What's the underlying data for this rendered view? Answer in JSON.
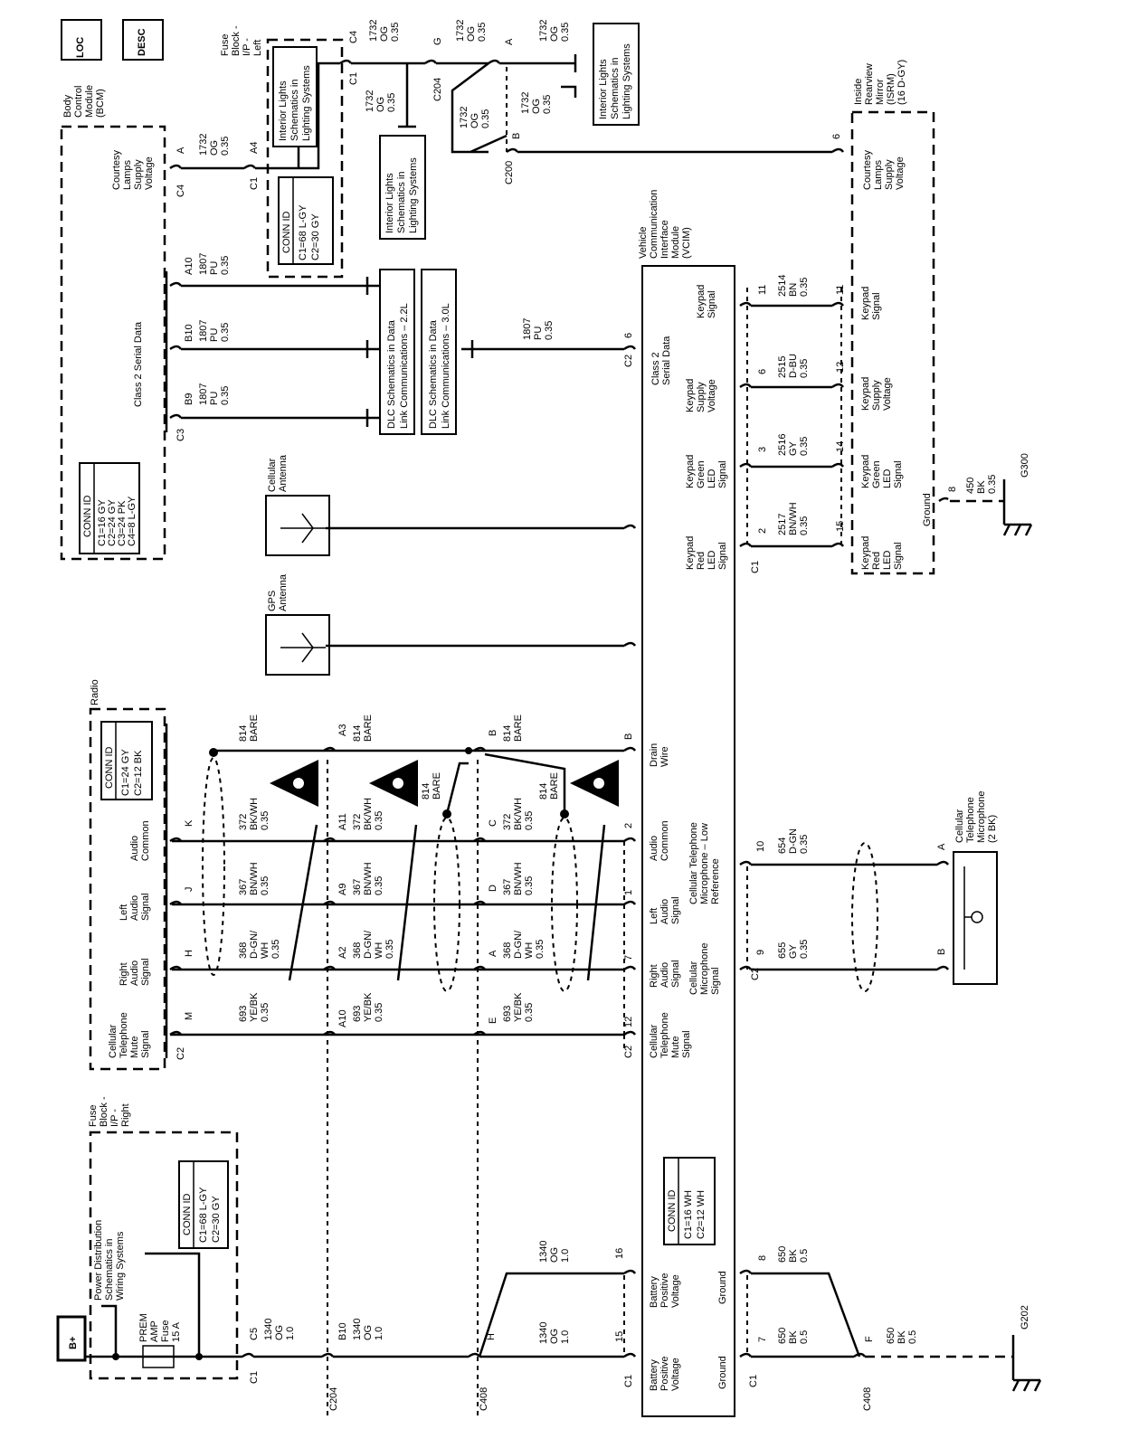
{
  "doc": {
    "locator_icon": "LOC",
    "description_icon": "DESC"
  },
  "bcm": {
    "name": [
      "Body",
      "Control",
      "Module",
      "(BCM)"
    ],
    "conn_id": [
      "CONN ID",
      "C1=16 GY",
      "C2=24 GY",
      "C3=24 PK",
      "C4=8 L-GY"
    ],
    "courtesy_label": [
      "Courtesy",
      "Lamps",
      "Supply",
      "Voltage"
    ],
    "c4": "C4",
    "pin_a": "A",
    "wire_1732": [
      "1732",
      "OG",
      "0.35"
    ],
    "class2_label": "Class 2 Serial Data",
    "c3": "C3",
    "pins": [
      {
        "pin": "B9",
        "w": [
          "1807",
          "PU",
          "0.35"
        ]
      },
      {
        "pin": "B10",
        "w": [
          "1807",
          "PU",
          "0.35"
        ]
      },
      {
        "pin": "A10",
        "w": [
          "1807",
          "PU",
          "0.35"
        ]
      }
    ]
  },
  "fuse_left": {
    "name": [
      "Fuse",
      "Block -",
      "I/P -",
      "Left"
    ],
    "conn_id": [
      "CONN ID",
      "C1=68 L-GY",
      "C2=30 GY"
    ],
    "interior_ref": [
      "Interior Lights",
      "Schematics in",
      "Lighting Systems"
    ],
    "c1": "C1",
    "a4": "A4",
    "c1b": "C1",
    "c4": "C4",
    "wire_c4": [
      "1732",
      "OG",
      "0.35"
    ],
    "wire_c1": [
      "1732",
      "OG",
      "0.35"
    ]
  },
  "splices": {
    "g": "G",
    "c204": "C204",
    "a": "A",
    "b": "B",
    "c200": "C200",
    "wire_g": [
      "1732",
      "OG",
      "0.35"
    ],
    "wire_a": [
      "1732",
      "OG",
      "0.35"
    ],
    "wire_c204": [
      "1732",
      "OG",
      "0.35"
    ],
    "wire_b": [
      "1732",
      "OG",
      "0.35"
    ],
    "interior_ref_a": [
      "Interior Lights",
      "Schematics in",
      "Lighting Systems"
    ],
    "interior_ref_b": [
      "Interior Lights",
      "Schematics in",
      "Lighting Systems"
    ]
  },
  "dlc": {
    "ref_22": [
      "DLC Schematics in Data",
      "Link Communications – 2.2L"
    ],
    "ref_30": [
      "DLC Schematics in Data",
      "Link Communications – 3.0L"
    ]
  },
  "vcim": {
    "name": [
      "Vehicle",
      "Communication",
      "Interface",
      "Module",
      "(VCIM)"
    ],
    "class2_label": [
      "Class 2",
      "Serial Data"
    ],
    "c2": "C2",
    "pin_6": "6",
    "wire_1807": [
      "1807",
      "PU",
      "0.35"
    ],
    "conn_id": [
      "CONN ID",
      "C1=16 WH",
      "C2=12 WH"
    ],
    "keypad_pins": [
      {
        "pin": "2",
        "label": [
          "Keypad",
          "Red",
          "LED",
          "Signal"
        ],
        "w": [
          "2517",
          "BN/WH",
          "0.35"
        ],
        "mpin": "15"
      },
      {
        "pin": "3",
        "label": [
          "Keypad",
          "Green",
          "LED",
          "Signal"
        ],
        "w": [
          "2516",
          "GY",
          "0.35"
        ],
        "mpin": "14"
      },
      {
        "pin": "6",
        "label": [
          "Keypad",
          "Supply",
          "Voltage"
        ],
        "w": [
          "2515",
          "D-BU",
          "0.35"
        ],
        "mpin": "12"
      },
      {
        "pin": "11",
        "label": [
          "Keypad",
          "Signal"
        ],
        "w": [
          "2514",
          "BN",
          "0.35"
        ],
        "mpin": "11"
      }
    ],
    "c1": "C1",
    "audio_pins": [
      {
        "pin": "12",
        "label": [
          "Cellular",
          "Telephone",
          "Mute",
          "Signal"
        ]
      },
      {
        "pin": "7",
        "label": [
          "Right",
          "Audio",
          "Signal"
        ]
      },
      {
        "pin": "1",
        "label": [
          "Left",
          "Audio",
          "Signal"
        ]
      },
      {
        "pin": "2",
        "label": [
          "Audio",
          "Common"
        ]
      },
      {
        "pin": "B",
        "label": [
          "Drain",
          "Wire"
        ]
      }
    ],
    "mic_pins": [
      {
        "pin": "9",
        "label": [
          "Cellular",
          "Microphone",
          "Signal"
        ],
        "w": [
          "655",
          "GY",
          "0.35"
        ],
        "mpin": "B"
      },
      {
        "pin": "10",
        "label": [
          "Cellular Telephone",
          "Microphone – Low",
          "Reference"
        ],
        "w": [
          "654",
          "D-GN",
          "0.35"
        ],
        "mpin": "A"
      }
    ],
    "power_pins": [
      {
        "pin": "15",
        "label": [
          "Battery",
          "Positive",
          "Voltage"
        ]
      },
      {
        "pin": "16",
        "label": [
          "Battery",
          "Positive",
          "Voltage"
        ]
      },
      {
        "pin": "7",
        "label": [
          "Ground"
        ]
      },
      {
        "pin": "8",
        "label": [
          "Ground"
        ]
      }
    ],
    "c2b": "C2",
    "c1b": "C1",
    "c1c": "C1"
  },
  "mirror": {
    "name": [
      "Inside",
      "Rearview",
      "Mirror",
      "(ISRM)",
      "(16 D-GY)"
    ],
    "courtesy": [
      "Courtesy",
      "Lamps",
      "Supply",
      "Voltage"
    ],
    "pin_6": "6",
    "ground": "Ground",
    "pin_8": "8",
    "wire_gnd": [
      "450",
      "BK",
      "0.35"
    ],
    "g300": "G300"
  },
  "antennas": {
    "gps": [
      "GPS",
      "Antenna"
    ],
    "cell": [
      "Cellular",
      "Antenna"
    ]
  },
  "radio": {
    "name": "Radio",
    "conn_id": [
      "CONN ID",
      "C1=24 GY",
      "C2=12 BK"
    ],
    "c2": "C2",
    "pins": [
      {
        "pin": "M",
        "label": [
          "Cellular",
          "Telephone",
          "Mute",
          "Signal"
        ],
        "w": [
          "693",
          "YE/BK",
          "0.35"
        ]
      },
      {
        "pin": "H",
        "label": [
          "Right",
          "Audio",
          "Signal"
        ],
        "w": [
          "368",
          "D-GN/",
          "WH",
          "0.35"
        ]
      },
      {
        "pin": "J",
        "label": [
          "Left",
          "Audio",
          "Signal"
        ],
        "w": [
          "367",
          "BN/WH",
          "0.35"
        ]
      },
      {
        "pin": "K",
        "label": [
          "Audio",
          "Common"
        ],
        "w": [
          "372",
          "BK/WH",
          "0.35"
        ]
      }
    ],
    "drain": [
      "814",
      "BARE"
    ]
  },
  "c204_row": {
    "pins": [
      {
        "pin": "A10",
        "w": [
          "693",
          "YE/BK",
          "0.35"
        ]
      },
      {
        "pin": "A2",
        "w": [
          "368",
          "D-GN/",
          "WH",
          "0.35"
        ]
      },
      {
        "pin": "A9",
        "w": [
          "367",
          "BN/WH",
          "0.35"
        ]
      },
      {
        "pin": "A11",
        "w": [
          "372",
          "BK/WH",
          "0.35"
        ]
      },
      {
        "pin": "A3",
        "w": [
          "814",
          "BARE"
        ]
      }
    ],
    "bare": [
      "814",
      "BARE"
    ]
  },
  "c408_row": {
    "pins": [
      {
        "pin": "E",
        "w": [
          "693",
          "YE/BK",
          "0.35"
        ]
      },
      {
        "pin": "A",
        "w": [
          "368",
          "D-GN/",
          "WH",
          "0.35"
        ]
      },
      {
        "pin": "D",
        "w": [
          "367",
          "BN/WH",
          "0.35"
        ]
      },
      {
        "pin": "C",
        "w": [
          "372",
          "BK/WH",
          "0.35"
        ]
      },
      {
        "pin": "B",
        "w": [
          "814",
          "BARE"
        ]
      }
    ],
    "bare": [
      "814",
      "BARE"
    ]
  },
  "power": {
    "bplus": "B+",
    "fuse_block": [
      "Fuse",
      "Block -",
      "I/P -",
      "Right"
    ],
    "pd_ref": [
      "Power Distribution",
      "Schematics in",
      "Wiring Systems"
    ],
    "conn_id": [
      "CONN ID",
      "C1=68 L-GY",
      "C2=30 GY"
    ],
    "fuse": [
      "PREM",
      "AMP",
      "Fuse",
      "15 A"
    ],
    "c1": "C1",
    "c5": "C5",
    "w_c5": [
      "1340",
      "OG",
      "1.0"
    ],
    "b10": "B10",
    "c204": "C204",
    "w_b10": [
      "1340",
      "OG",
      "1.0"
    ],
    "h": "H",
    "c408": "C408",
    "w_h": [
      "1340",
      "OG",
      "1.0"
    ],
    "w_16": [
      "1340",
      "OG",
      "1.0"
    ]
  },
  "mic": {
    "name": [
      "Cellular",
      "Telephone",
      "Microphone",
      "(2 BK)"
    ]
  },
  "ground": {
    "w_7": [
      "650",
      "BK",
      "0.5"
    ],
    "w_8": [
      "650",
      "BK",
      "0.5"
    ],
    "f": "F",
    "c408": "C408",
    "w_f": [
      "650",
      "BK",
      "0.5"
    ],
    "g202": "G202"
  }
}
